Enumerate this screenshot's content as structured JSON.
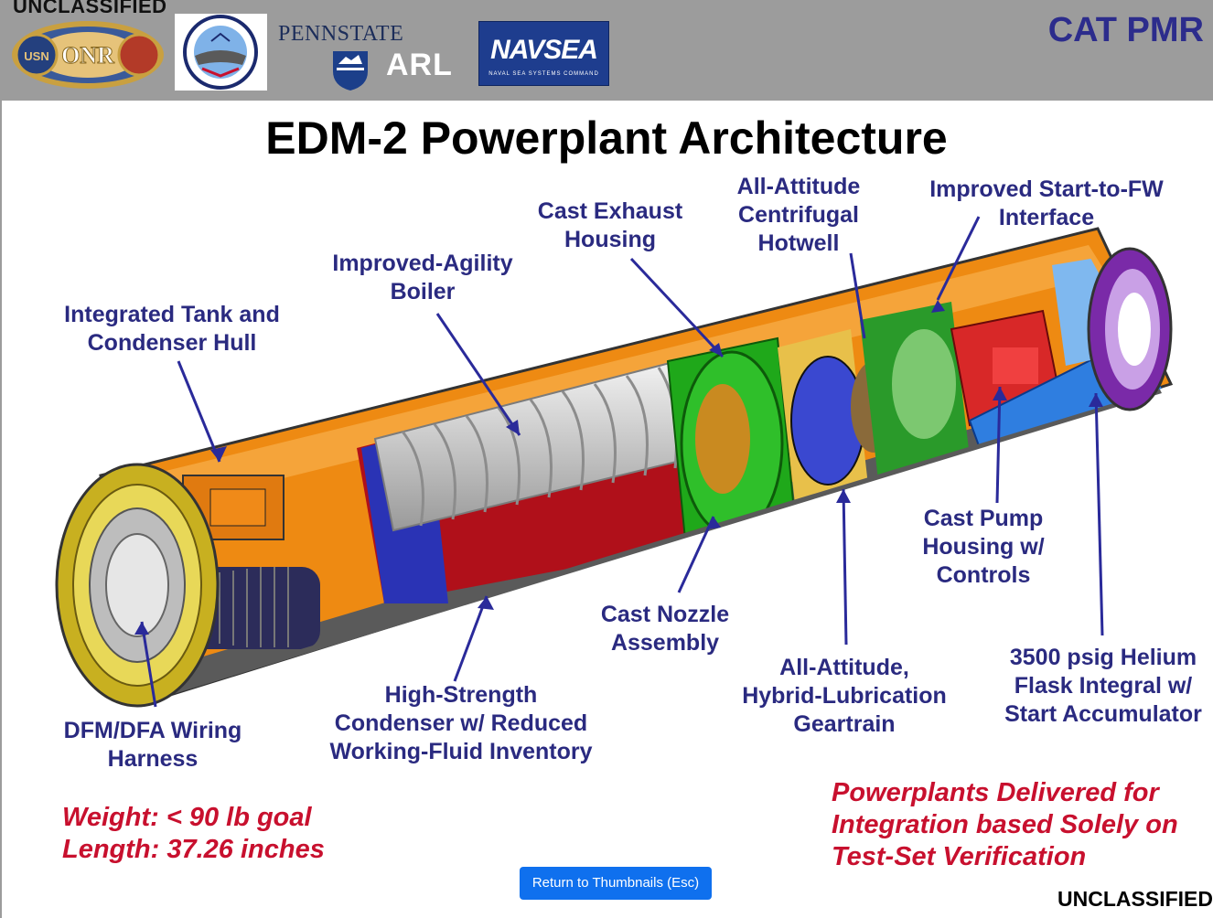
{
  "header": {
    "classification_top": "UNCLASSIFIED",
    "program": "CAT PMR",
    "logos": {
      "onr": "ONR",
      "penn_state": "PENNSTATE",
      "arl": "ARL",
      "navsea": "NAVSEA",
      "navsea_sub": "NAVAL SEA SYSTEMS COMMAND"
    }
  },
  "slide": {
    "title": "EDM-2 Powerplant Architecture",
    "labels": {
      "tank_hull": [
        "Integrated Tank and",
        "Condenser Hull"
      ],
      "boiler": [
        "Improved-Agility",
        "Boiler"
      ],
      "exhaust": [
        "Cast Exhaust",
        "Housing"
      ],
      "hotwell": [
        "All-Attitude",
        "Centrifugal",
        "Hotwell"
      ],
      "start_fw": [
        "Improved Start-to-FW",
        "Interface"
      ],
      "pump": [
        "Cast Pump",
        "Housing w/",
        "Controls"
      ],
      "helium": [
        "3500 psig Helium",
        "Flask Integral w/",
        "Start Accumulator"
      ],
      "geartrain": [
        "All-Attitude,",
        "Hybrid-Lubrication",
        "Geartrain"
      ],
      "nozzle": [
        "Cast Nozzle",
        "Assembly"
      ],
      "condenser": [
        "High-Strength",
        "Condenser w/ Reduced",
        "Working-Fluid Inventory"
      ],
      "wiring": [
        "DFM/DFA Wiring",
        "Harness"
      ]
    },
    "specs": [
      "Weight: < 90 lb goal",
      "Length: 37.26 inches"
    ],
    "delivery": [
      "Powerplants Delivered for",
      "Integration based Solely on",
      "Test-Set Verification"
    ]
  },
  "controls": {
    "return_button": "Return to Thumbnails (Esc)"
  },
  "footer": {
    "classification_bottom": "UNCLASSIFIED"
  }
}
